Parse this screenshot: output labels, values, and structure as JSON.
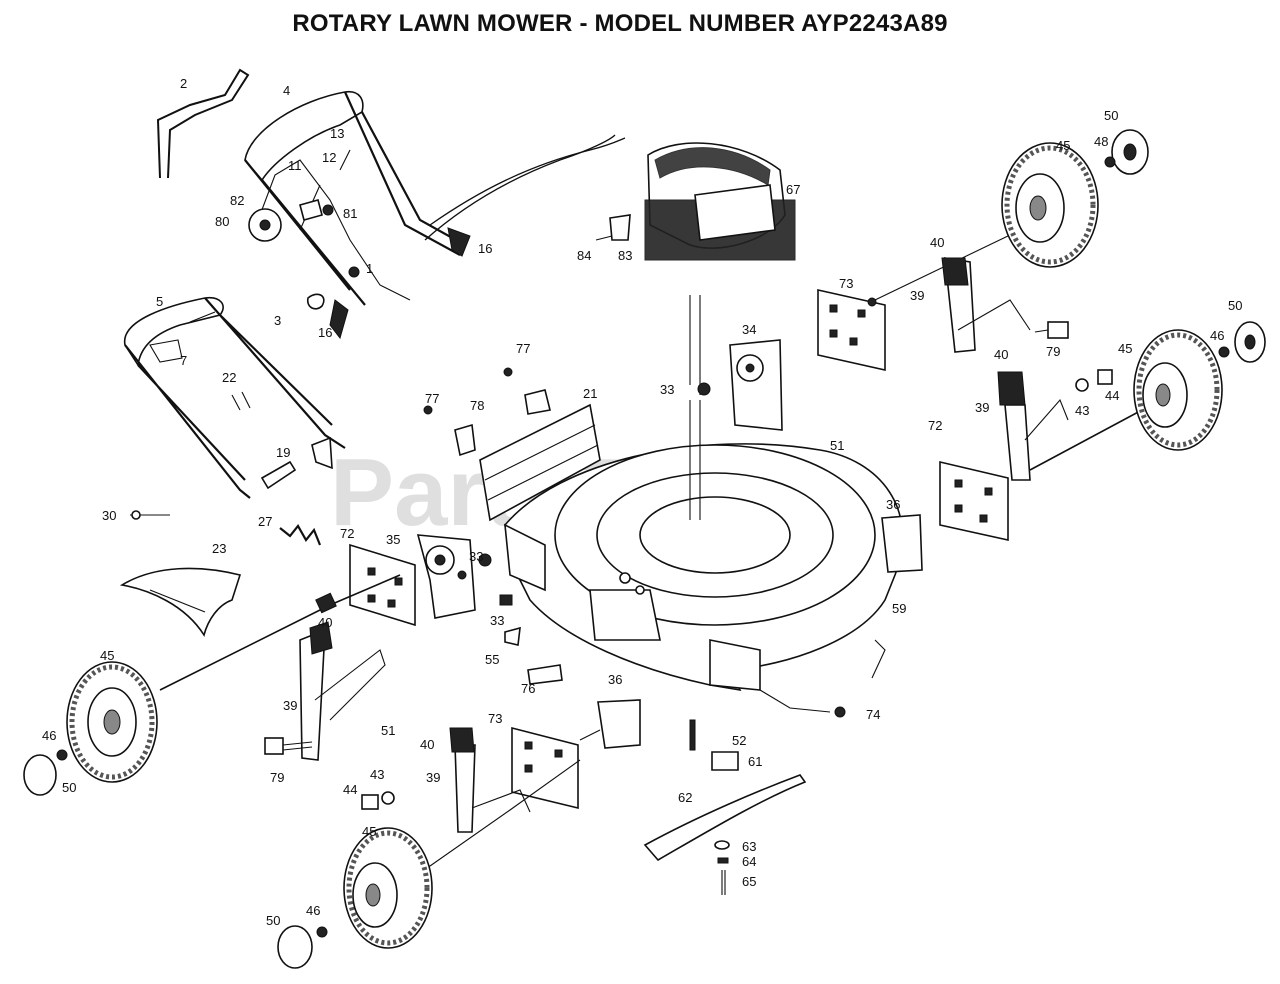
{
  "title": "ROTARY LAWN MOWER - MODEL NUMBER AYP2243A89",
  "watermark": "PartsTree",
  "labels": {
    "l2": "2",
    "l4": "4",
    "l13": "13",
    "l12": "12",
    "l11": "11",
    "l82": "82",
    "l80": "80",
    "l81": "81",
    "l1": "1",
    "l16a": "16",
    "l16b": "16",
    "l3": "3",
    "l5": "5",
    "l7": "7",
    "l22": "22",
    "l19": "19",
    "l30": "30",
    "l27": "27",
    "l23": "23",
    "l72a": "72",
    "l35": "35",
    "l33a": "33",
    "l33b": "33",
    "l55": "55",
    "l40a": "40",
    "l39a": "39",
    "l51a": "51",
    "l45a": "45",
    "l46a": "46",
    "l50a": "50",
    "l79a": "79",
    "l44a": "44",
    "l43a": "43",
    "l40b": "40",
    "l39b": "39",
    "l73a": "73",
    "l45b": "45",
    "l46b": "46",
    "l50b": "50",
    "l76": "76",
    "l36a": "36",
    "l52": "52",
    "l61": "61",
    "l62": "62",
    "l63": "63",
    "l64": "64",
    "l65": "65",
    "l74": "74",
    "l59": "59",
    "l36b": "36",
    "l72b": "72",
    "l21": "21",
    "l77a": "77",
    "l77b": "77",
    "l78": "78",
    "l84": "84",
    "l83": "83",
    "l67": "67",
    "l34": "34",
    "l33c": "33",
    "l51b": "51",
    "l73b": "73",
    "l40c": "40",
    "l39c": "39",
    "l40d": "40",
    "l39d": "39",
    "l79b": "79",
    "l43b": "43",
    "l44b": "44",
    "l45c": "45",
    "l46c": "46",
    "l50c": "50",
    "l45d": "45",
    "l48": "48",
    "l50d": "50"
  }
}
